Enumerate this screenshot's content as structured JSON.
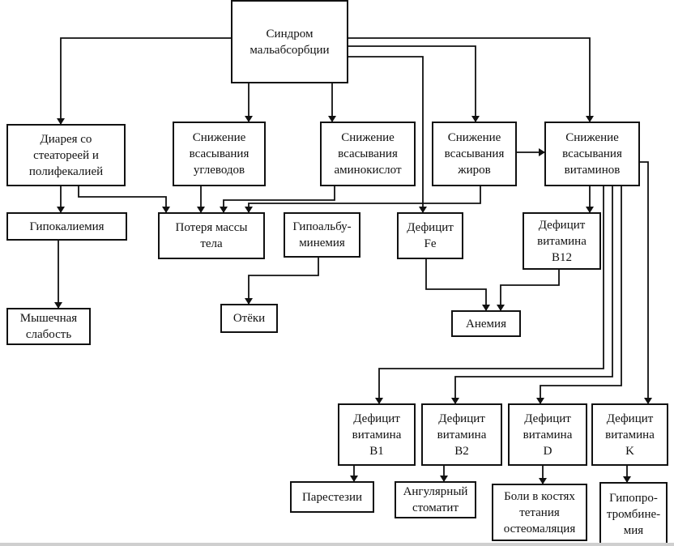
{
  "nodes": {
    "root": [
      "Синдром",
      "мальабсорбции"
    ],
    "diarrhea": [
      "Диарея со",
      "стеатореей и",
      "полифекалией"
    ],
    "carbs": [
      "Снижение",
      "всасывания",
      "углеводов"
    ],
    "amino": [
      "Снижение",
      "всасывания",
      "аминокислот"
    ],
    "fats": [
      "Снижение",
      "всасывания",
      "жиров"
    ],
    "vitamins": [
      "Снижение",
      "всасывания",
      "витаминов"
    ],
    "hypokalemia": [
      "Гипокалиемия"
    ],
    "weight_loss": [
      "Потеря массы",
      "тела"
    ],
    "hypoalbuminemia": [
      "Гипоальбу-",
      "минемия"
    ],
    "iron_def": [
      "Дефицит",
      "Fe"
    ],
    "b12_def": [
      "Дефицит",
      "витамина",
      "B12"
    ],
    "muscle_weakness": [
      "Мышечная",
      "слабость"
    ],
    "edema": [
      "Отёки"
    ],
    "anemia": [
      "Анемия"
    ],
    "b1_def": [
      "Дефицит",
      "витамина",
      "B1"
    ],
    "b2_def": [
      "Дефицит",
      "витамина",
      "B2"
    ],
    "d_def": [
      "Дефицит",
      "витамина",
      "D"
    ],
    "k_def": [
      "Дефицит",
      "витамина",
      "K"
    ],
    "paresthesia": [
      "Парестезии"
    ],
    "stomatitis": [
      "Ангулярный",
      "стоматит"
    ],
    "bone_pain": [
      "Боли в костях",
      "тетания",
      "остеомаляция"
    ],
    "hypoprothrombinemia": [
      "Гипопро-",
      "тромбине-",
      "мия"
    ]
  },
  "edges": [
    [
      "root",
      "diarrhea"
    ],
    [
      "root",
      "carbs"
    ],
    [
      "root",
      "amino"
    ],
    [
      "root",
      "fats"
    ],
    [
      "root",
      "vitamins"
    ],
    [
      "root",
      "iron_def"
    ],
    [
      "diarrhea",
      "hypokalemia"
    ],
    [
      "diarrhea",
      "weight_loss"
    ],
    [
      "carbs",
      "weight_loss"
    ],
    [
      "amino",
      "weight_loss"
    ],
    [
      "fats",
      "weight_loss"
    ],
    [
      "fats",
      "vitamins"
    ],
    [
      "vitamins",
      "b12_def"
    ],
    [
      "vitamins",
      "b1_def"
    ],
    [
      "vitamins",
      "b2_def"
    ],
    [
      "vitamins",
      "d_def"
    ],
    [
      "vitamins",
      "k_def"
    ],
    [
      "hypokalemia",
      "muscle_weakness"
    ],
    [
      "hypoalbuminemia",
      "edema"
    ],
    [
      "iron_def",
      "anemia"
    ],
    [
      "b12_def",
      "anemia"
    ],
    [
      "b1_def",
      "paresthesia"
    ],
    [
      "b2_def",
      "stomatitis"
    ],
    [
      "d_def",
      "bone_pain"
    ],
    [
      "k_def",
      "hypoprothrombinemia"
    ]
  ],
  "colors": {
    "line": "#111111",
    "background": "#ffffff"
  }
}
